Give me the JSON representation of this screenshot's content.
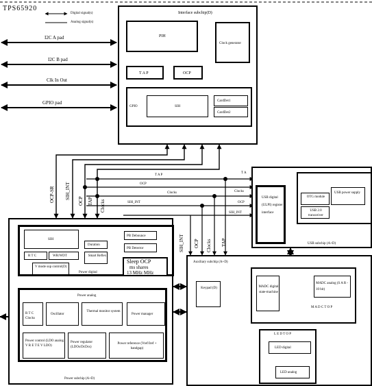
{
  "title": "TPS65920",
  "legend": {
    "digital": "Digital signal(s)",
    "analog": "Analog signal(s)"
  },
  "left_signals": [
    "I2C A pad",
    "I2C B pad",
    "Clk In Out",
    "GPIO pad"
  ],
  "interface": {
    "label": "Interface subchip(D)",
    "pih": "PIH",
    "clock_gen": "Clock generator",
    "tap": "T A P",
    "ocp": "OCP",
    "gpio": "GPIO",
    "sih": "SIH",
    "card_det1": "CardDet1",
    "card_det2": "CardDet2"
  },
  "bus_labels": {
    "tap": "T A P",
    "ocp": "OCP",
    "clocks": "Clocks",
    "sih_int": "SIH_INT",
    "t_a": "T A"
  },
  "vertical_labels": {
    "ocp_sr": "OCP-SR",
    "sih_int": "SIH_INT",
    "ocp": "OCP",
    "tap": "TAP",
    "clocks": "Clocks"
  },
  "power_digital": {
    "label": "Power digital",
    "sih": "SIH",
    "rtc": "R T C",
    "wrwdt": "WR/WDT",
    "vmode": "V mode sup control(D)",
    "duration": "Duration",
    "smart_reflex": "Smart Reflex",
    "pb_debounce": "PB Debounce",
    "pb_detector": "PB Detector",
    "sleep_label": "Sleep OCP",
    "ms_shares": "ms shares",
    "freq": "13 MHz MHz"
  },
  "power_analog": {
    "label": "Power analog",
    "rtc": "R T C Clocks",
    "oscillator": "Oscillator",
    "thermal": "Thermal monitor system",
    "power_mgr": "Power manager",
    "power_control": "Power control (LDO analog V R E T E V LDO)",
    "power_regulator": "Power regulator (LDOs/DcDcs)",
    "power_reference": "Power reference (Vref/Iref + bandgap)"
  },
  "power_subchip": "Power subchip (A+D)",
  "usb": {
    "label": "USB subchip (A+D)",
    "usb_digital": "USB digital (ULPI) register interface",
    "otg": "OTG module",
    "usb_transceiver": "USB 2.0 transceiver",
    "usb_power": "USB power supply"
  },
  "aux": {
    "label": "Auxiliary subchip (A+D)",
    "keypad": "Keypad (D)",
    "madc_digital": "MADC digital state-machine",
    "madc_analog": "MADC analog (S A R - 10 bit)",
    "madc_top": "M A D C T O P",
    "led_top": "L E D T O P",
    "led_digital": "LED digital",
    "led_analog": "LED analog"
  }
}
